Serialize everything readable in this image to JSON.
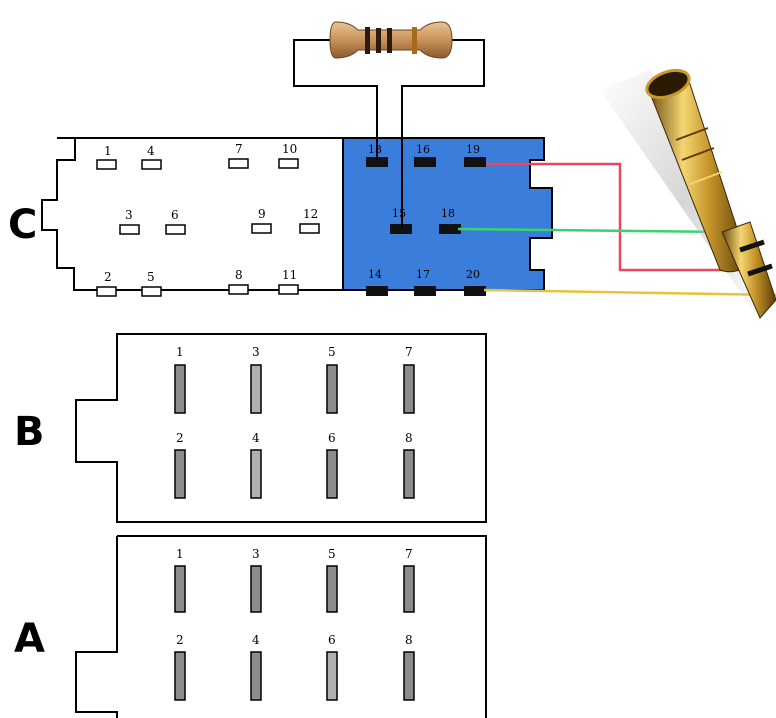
{
  "connectors": {
    "c": {
      "letter": "C",
      "white_pins": [
        "1",
        "4",
        "7",
        "10",
        "3",
        "6",
        "9",
        "12",
        "2",
        "5",
        "8",
        "11"
      ],
      "blue_pins": [
        "13",
        "16",
        "19",
        "15",
        "18",
        "14",
        "17",
        "20"
      ],
      "highlight_color": "#3b7ddb"
    },
    "b": {
      "letter": "B",
      "pins": [
        "1",
        "3",
        "5",
        "7",
        "2",
        "4",
        "6",
        "8"
      ]
    },
    "a": {
      "letter": "A",
      "pins": [
        "1",
        "3",
        "5",
        "7",
        "2",
        "4",
        "6",
        "8"
      ]
    }
  },
  "wires": {
    "red": "#e8495a",
    "green": "#3ad26a",
    "yellow": "#e8c23a",
    "black": "#000000"
  },
  "components": {
    "resistor_icon": "resistor-icon",
    "audio_jack_icon": "audio-jack-icon"
  }
}
